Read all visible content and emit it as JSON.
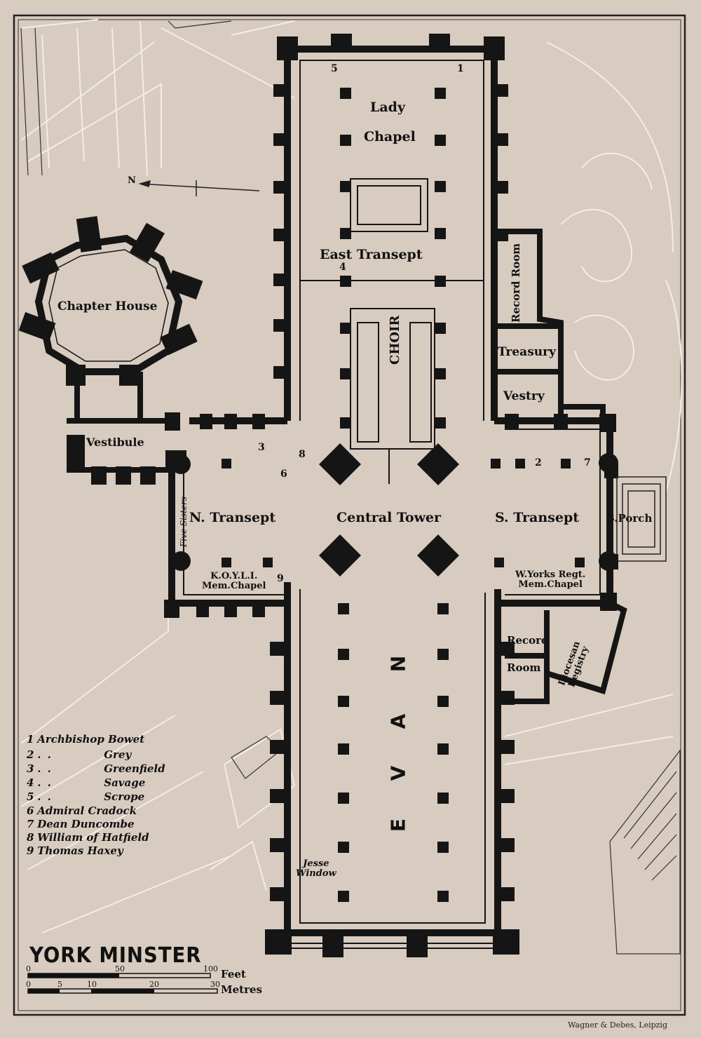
{
  "title": "YORK MINSTER",
  "north_label": "N",
  "rooms": {
    "lady_chapel_1": "Lady",
    "lady_chapel_2": "Chapel",
    "east_transept": "East Transept",
    "choir": "CHOIR",
    "chapter_house": "Chapter House",
    "record_room_north": "Record Room",
    "treasury": "Treasury",
    "vestry": "Vestry",
    "vestibule": "Vestibule",
    "n_transept": "N. Transept",
    "central_tower": "Central Tower",
    "s_transept": "S. Transept",
    "s_porch": "S.Porch",
    "koyli_1": "K.O.Y.L.I.",
    "koyli_2": "Mem.Chapel",
    "wyorks_1": "W.Yorks Regt.",
    "wyorks_2": "Mem.Chapel",
    "record_1": "Record",
    "record_2": "Room",
    "diocesan_1": "Diocesan",
    "diocesan_2": "Registry",
    "five_sisters": "Five Sisters",
    "jesse_1": "Jesse",
    "jesse_2": "Window",
    "nave_letters": [
      "N",
      "A",
      "V",
      "E"
    ]
  },
  "markers": {
    "m1": "1",
    "m2": "2",
    "m3": "3",
    "m4": "4",
    "m5": "5",
    "m6": "6",
    "m7": "7",
    "m8": "8",
    "m9": "9"
  },
  "legend": [
    {
      "num": "1",
      "name": "Archbishop Bowet"
    },
    {
      "num": "2",
      "ditto": ". .",
      "name": "Grey"
    },
    {
      "num": "3",
      "ditto": ". .",
      "name": "Greenfield"
    },
    {
      "num": "4",
      "ditto": ". .",
      "name": "Savage"
    },
    {
      "num": "5",
      "ditto": ". .",
      "name": "Scrope"
    },
    {
      "num": "6",
      "name": "Admiral Cradock"
    },
    {
      "num": "7",
      "name": "Dean Duncombe"
    },
    {
      "num": "8",
      "name": "William of Hatfield"
    },
    {
      "num": "9",
      "name": "Thomas Haxey"
    }
  ],
  "scale": {
    "feet_label": "Feet",
    "metres_label": "Metres",
    "feet_ticks": [
      "0",
      "50",
      "100"
    ],
    "metres_ticks": [
      "0",
      "5",
      "10",
      "20",
      "30"
    ]
  },
  "publisher": "Wagner & Debes, Leipzig",
  "colors": {
    "paper": "#d8cbbf",
    "ink": "#151515",
    "faint": "#f2ece4"
  }
}
